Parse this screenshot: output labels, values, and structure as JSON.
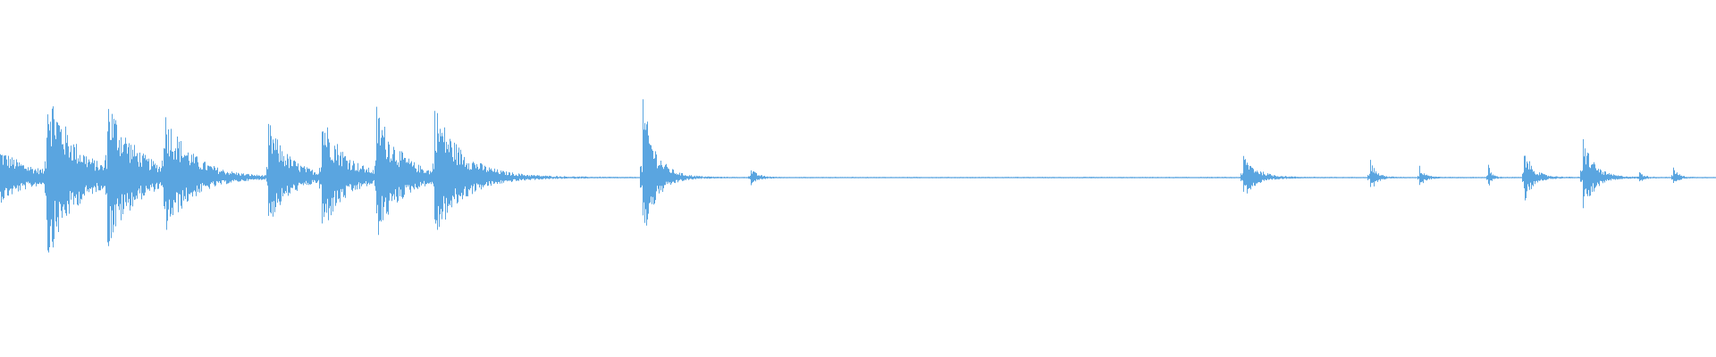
{
  "waveform": {
    "color": "#5aa5e0",
    "background": "#ffffff",
    "description_kind": "audio-waveform",
    "transients": [
      {
        "t": 0.0,
        "amp": 0.3,
        "decay": 0.03
      },
      {
        "t": 0.027,
        "amp": 0.98,
        "decay": 0.025
      },
      {
        "t": 0.062,
        "amp": 0.78,
        "decay": 0.026
      },
      {
        "t": 0.095,
        "amp": 0.62,
        "decay": 0.025
      },
      {
        "t": 0.156,
        "amp": 0.58,
        "decay": 0.02
      },
      {
        "t": 0.187,
        "amp": 0.66,
        "decay": 0.022
      },
      {
        "t": 0.219,
        "amp": 0.7,
        "decay": 0.022
      },
      {
        "t": 0.253,
        "amp": 0.7,
        "decay": 0.026
      },
      {
        "t": 0.374,
        "amp": 0.85,
        "decay": 0.012
      },
      {
        "t": 0.437,
        "amp": 0.1,
        "decay": 0.006
      },
      {
        "t": 0.724,
        "amp": 0.26,
        "decay": 0.012
      },
      {
        "t": 0.798,
        "amp": 0.22,
        "decay": 0.005
      },
      {
        "t": 0.827,
        "amp": 0.12,
        "decay": 0.005
      },
      {
        "t": 0.867,
        "amp": 0.14,
        "decay": 0.003
      },
      {
        "t": 0.888,
        "amp": 0.3,
        "decay": 0.008
      },
      {
        "t": 0.922,
        "amp": 0.46,
        "decay": 0.01
      },
      {
        "t": 0.955,
        "amp": 0.06,
        "decay": 0.004
      },
      {
        "t": 0.975,
        "amp": 0.12,
        "decay": 0.004
      }
    ],
    "noise_floor": 0.008
  }
}
